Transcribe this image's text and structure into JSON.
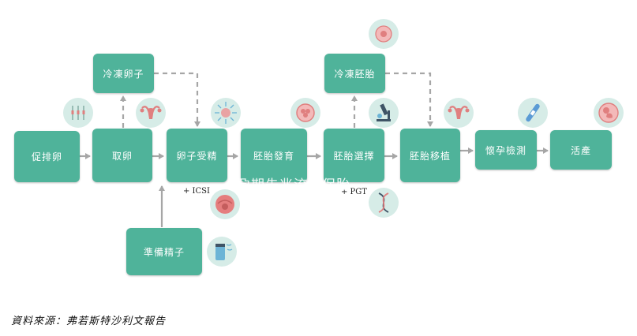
{
  "steps": {
    "ovulation": "促排卵",
    "retrieval": "取卵",
    "fertilization": "卵子受精",
    "embryo_development": "胚胎發育",
    "embryo_selection": "胚胎選擇",
    "embryo_transfer": "胚胎移植",
    "pregnancy_test": "懷孕檢測",
    "birth": "活產",
    "egg_freezing": "冷凍卵子",
    "embryo_freezing": "冷凍胚胎",
    "sperm_prep": "準備精子"
  },
  "notes": {
    "icsi": "+ ICSI",
    "pgt": "+ PGT"
  },
  "watermark": "孕期先兆流产保胎",
  "source": "資料來源：弗若斯特沙利文報告",
  "colors": {
    "box": "#4fb39a",
    "icon_bg": "#d6ece7",
    "accent": "#e07f7f",
    "arrow": "#a6a6a6"
  },
  "icons": [
    "syringes-icon",
    "uterus-icon",
    "sperm-egg-icon",
    "embryo-icon",
    "frozen-embryo-icon",
    "microscope-icon",
    "uterus-icon",
    "pregnancy-test-icon",
    "fetus-icon",
    "dna-icon",
    "egg-icon",
    "sperm-vial-icon"
  ]
}
